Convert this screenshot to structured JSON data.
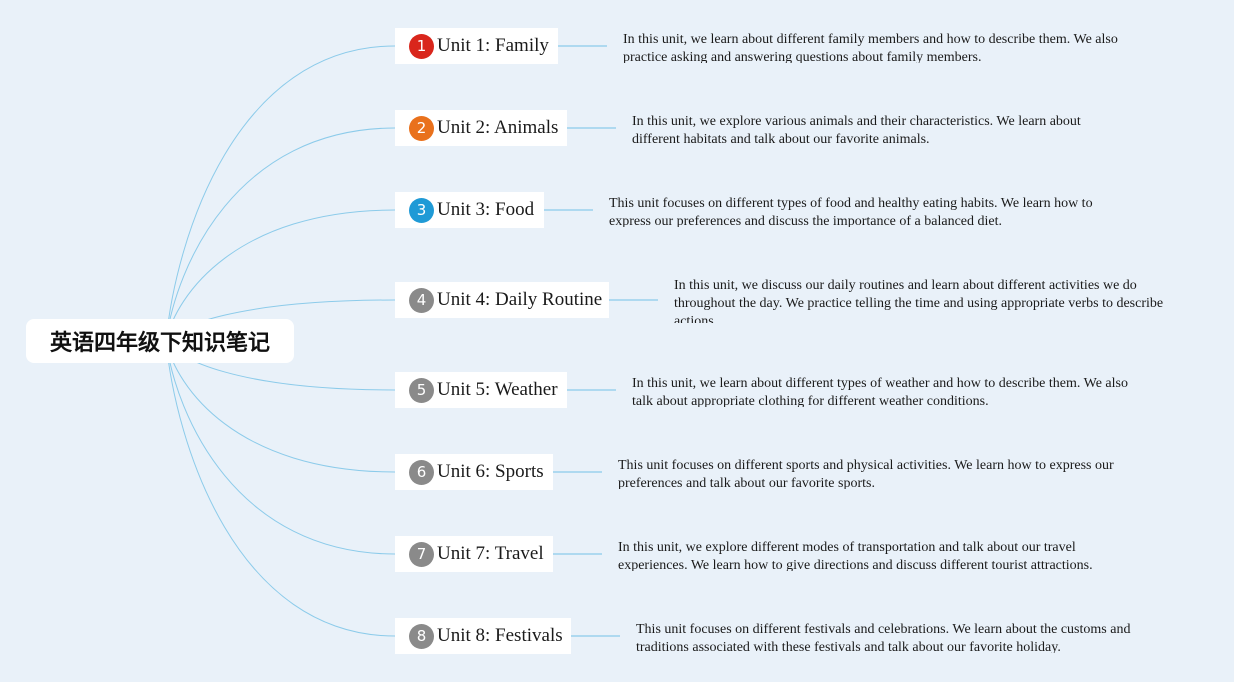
{
  "root": {
    "title": "英语四年级下知识笔记"
  },
  "colors": {
    "line": "#8ccbea",
    "badge_1": "#d9261c",
    "badge_2": "#e9711c",
    "badge_3": "#1f9ad6",
    "badge_other": "#8a8a8a"
  },
  "units": [
    {
      "number": "1",
      "label": "Unit 1: Family",
      "description": "In this unit, we learn about different family members and how to describe them. We also practice asking and answering questions about family members."
    },
    {
      "number": "2",
      "label": "Unit 2: Animals",
      "description": "In this unit, we explore various animals and their characteristics. We learn about different habitats and talk about our favorite animals."
    },
    {
      "number": "3",
      "label": "Unit 3: Food",
      "description": "This unit focuses on different types of food and healthy eating habits. We learn how to express our preferences and discuss the importance of a balanced diet."
    },
    {
      "number": "4",
      "label": "Unit 4: Daily Routine",
      "description": "In this unit, we discuss our daily routines and learn about different activities we do throughout the day. We practice telling the time and using appropriate verbs to describe actions."
    },
    {
      "number": "5",
      "label": "Unit 5: Weather",
      "description": "In this unit, we learn about different types of weather and how to describe them. We also talk about appropriate clothing for different weather conditions."
    },
    {
      "number": "6",
      "label": "Unit 6: Sports",
      "description": "This unit focuses on different sports and physical activities. We learn how to express our preferences and talk about our favorite sports."
    },
    {
      "number": "7",
      "label": "Unit 7: Travel",
      "description": "In this unit, we explore different modes of transportation and talk about our travel experiences. We learn how to give directions and discuss different tourist attractions."
    },
    {
      "number": "8",
      "label": "Unit 8: Festivals",
      "description": "This unit focuses on different festivals and celebrations. We learn about the customs and traditions associated with these festivals and talk about our favorite holiday."
    }
  ]
}
